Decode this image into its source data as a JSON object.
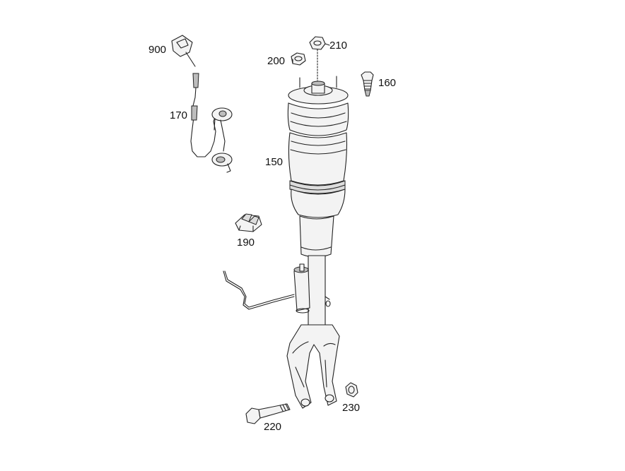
{
  "diagram": {
    "callouts": {
      "p900": "900",
      "p170": "170",
      "p200": "200",
      "p210": "210",
      "p160": "160",
      "p150": "150",
      "p190": "190",
      "p230": "230",
      "p220": "220"
    },
    "colors": {
      "background": "#ffffff",
      "line": "#222222",
      "bellows_shade": "#e8e8e8",
      "dark_shade": "#bdbdbd"
    }
  }
}
